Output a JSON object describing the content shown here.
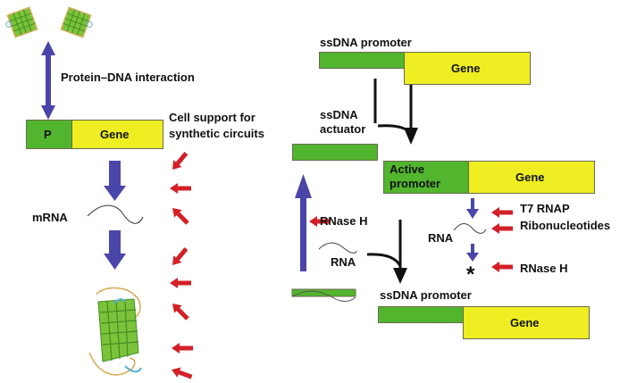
{
  "left_panel": {
    "interaction_label": "Protein–DNA interaction",
    "promoter_label": "P",
    "gene_label": "Gene",
    "cell_support_line1": "Cell support for",
    "cell_support_line2": "synthetic circuits",
    "mrna_label": "mRNA",
    "icons": [
      "protein-dimer-icon",
      "gfp-protein-icon",
      "double-arrow-icon",
      "down-arrow-icon",
      "red-arrow-icon"
    ]
  },
  "right_panel": {
    "top_promoter_label": "ssDNA promoter",
    "top_gene_label": "Gene",
    "actuator_line1": "ssDNA",
    "actuator_line2": "actuator",
    "active_promoter_line1": "Active",
    "active_promoter_line2": "promoter",
    "active_gene_label": "Gene",
    "rnase_left_label": "RNase H",
    "rna_left_label": "RNA",
    "t7_label": "T7 RNAP",
    "ribo_label": "Ribonucleotides",
    "rna_mid_label": "RNA",
    "rnase_right_label": "RNase H",
    "asterisk": "*",
    "bottom_promoter_label": "ssDNA promoter",
    "bottom_gene_label": "Gene"
  },
  "colors": {
    "promoter_green": "#52b52e",
    "gene_yellow": "#eeee22",
    "blue_arrow": "#4a45a8",
    "red_arrow": "#d42027"
  }
}
